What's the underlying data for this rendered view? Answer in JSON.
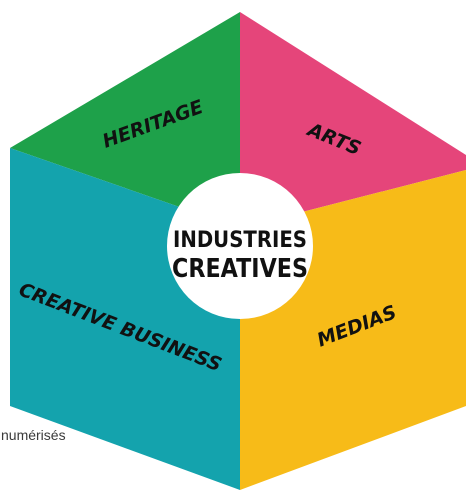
{
  "center": {
    "line1": "INDUSTRIES",
    "line2": "CREATIVES"
  },
  "segments": {
    "heritage": {
      "label": "HERITAGE",
      "color": "#1ea14a"
    },
    "arts": {
      "label": "ARTS",
      "color": "#e5457a"
    },
    "creative_business": {
      "label": "CREATIVE BUSINESS",
      "color": "#14a3ad"
    },
    "medias": {
      "label": "MEDIAS",
      "color": "#f7bb18"
    }
  },
  "footer": {
    "text": "numérisés"
  }
}
